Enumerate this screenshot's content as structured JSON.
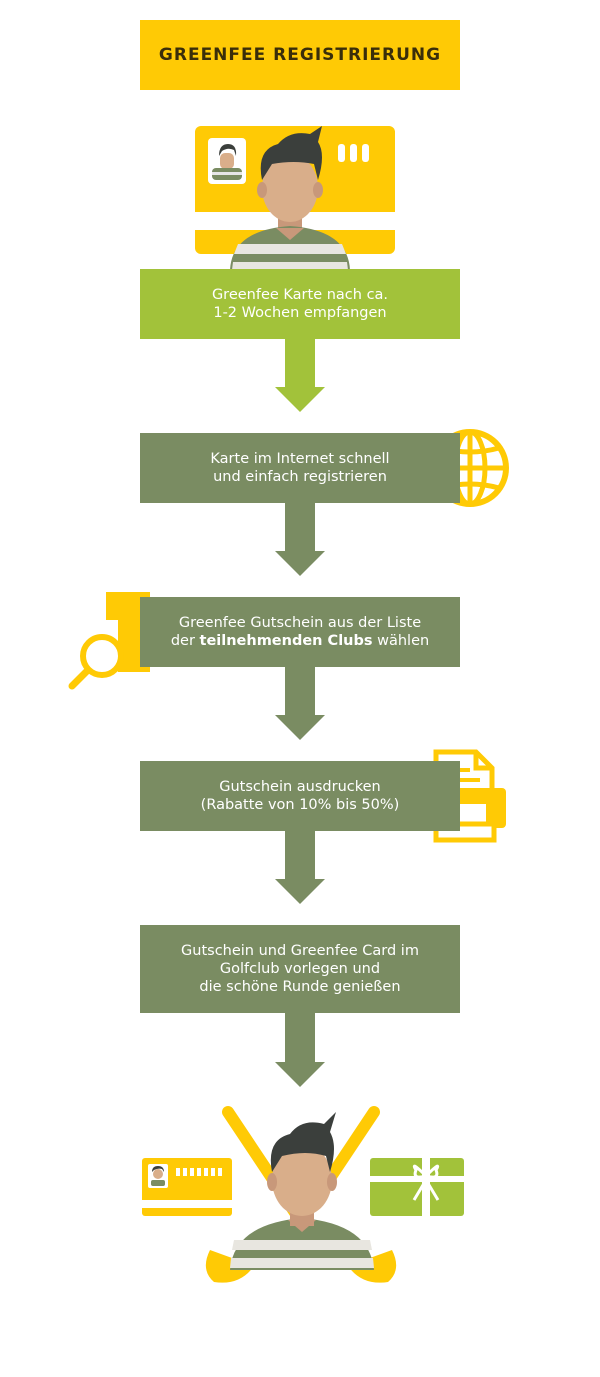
{
  "title": "GREENFEE REGISTRIERUNG",
  "steps": [
    {
      "lines": [
        "Greenfee Karte nach ca.",
        "1-2 Wochen empfangen"
      ]
    },
    {
      "lines": [
        "Karte im Internet schnell",
        "und einfach registrieren"
      ]
    },
    {
      "line1": "Greenfee Gutschein aus der Liste",
      "line2_pre": "der ",
      "line2_bold": "teilnehmenden Clubs",
      "line2_post": " wählen"
    },
    {
      "lines": [
        "Gutschein ausdrucken",
        "(Rabatte von 10% bis 50%)"
      ]
    },
    {
      "lines": [
        "Gutschein und Greenfee Card im",
        "Golfclub vorlegen und",
        "die schöne Runde genießen"
      ]
    }
  ],
  "colors": {
    "yellow": "#FFCA05",
    "light_green": "#A2C23A",
    "dark_green": "#7A8C62",
    "skin": "#D9AE8A",
    "hair": "#3B3F3C"
  },
  "icons": [
    "card-person-icon",
    "globe-icon",
    "magnifier-document-icon",
    "printer-icon",
    "golfer-reward-icon"
  ]
}
